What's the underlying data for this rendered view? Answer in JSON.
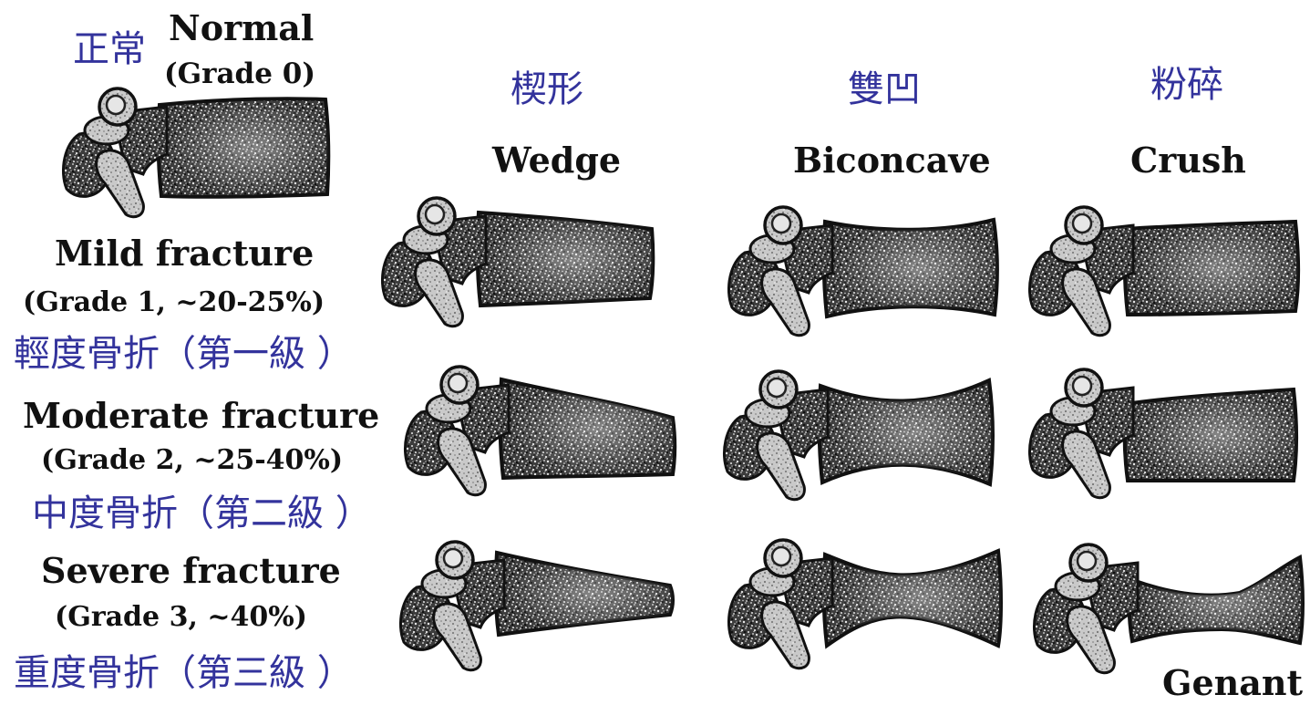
{
  "header": {
    "normal_zh": "正常",
    "normal_en": "Normal",
    "normal_grade": "(Grade 0)"
  },
  "columns": [
    {
      "zh": "楔形",
      "en": "Wedge"
    },
    {
      "zh": "雙凹",
      "en": "Biconcave"
    },
    {
      "zh": "粉碎",
      "en": "Crush"
    }
  ],
  "rows": [
    {
      "en": "Mild fracture",
      "grade": "(Grade 1, ~20-25%)",
      "zh": "輕度骨折（第一級 ）"
    },
    {
      "en": "Moderate fracture",
      "grade": "(Grade 2, ~25-40%)",
      "zh": "中度骨折（第二級 ）"
    },
    {
      "en": "Severe fracture",
      "grade": "(Grade 3, ~40%)",
      "zh": "重度骨折（第三級 ）"
    }
  ],
  "credit": "Genant",
  "colors": {
    "chinese_text": "#33339c",
    "english_text": "#111111"
  }
}
